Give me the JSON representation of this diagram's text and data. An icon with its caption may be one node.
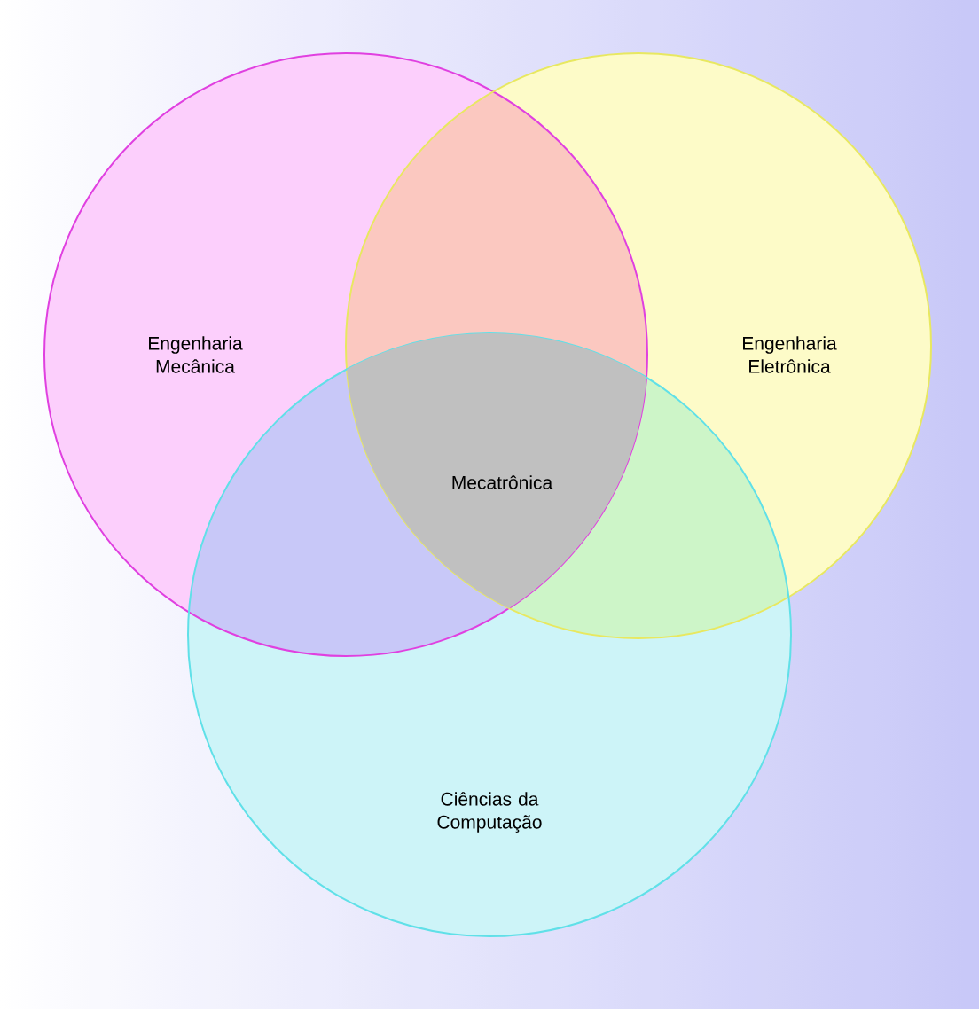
{
  "diagram": {
    "nodes": [
      {
        "text": [
          "Engenharia Mecânica"
        ]
      },
      {
        "text": [
          "Engenharia Eletrônica"
        ]
      },
      {
        "text": [
          "Ciências da Computação"
        ]
      },
      {
        "text": [
          "Mecatrônica"
        ]
      }
    ]
  }
}
